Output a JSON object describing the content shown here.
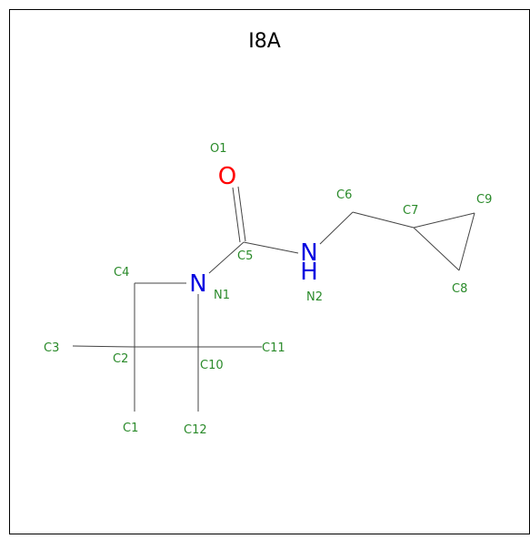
{
  "title": "I8A",
  "colors": {
    "carbon_bond": "#444444",
    "nitrogen": "#0000e0",
    "oxygen": "#ff0000",
    "atom_label": "#2a8a2a",
    "border": "#000000"
  },
  "atoms": {
    "O1": {
      "label": "O1",
      "element": "O"
    },
    "N1": {
      "label": "N1",
      "element": "N"
    },
    "N2": {
      "label": "N2",
      "element": "N",
      "h": "H"
    },
    "C1": {
      "label": "C1"
    },
    "C2": {
      "label": "C2"
    },
    "C3": {
      "label": "C3"
    },
    "C4": {
      "label": "C4"
    },
    "C5": {
      "label": "C5"
    },
    "C6": {
      "label": "C6"
    },
    "C7": {
      "label": "C7"
    },
    "C8": {
      "label": "C8"
    },
    "C9": {
      "label": "C9"
    },
    "C10": {
      "label": "C10"
    },
    "C11": {
      "label": "C11"
    },
    "C12": {
      "label": "C12"
    }
  }
}
